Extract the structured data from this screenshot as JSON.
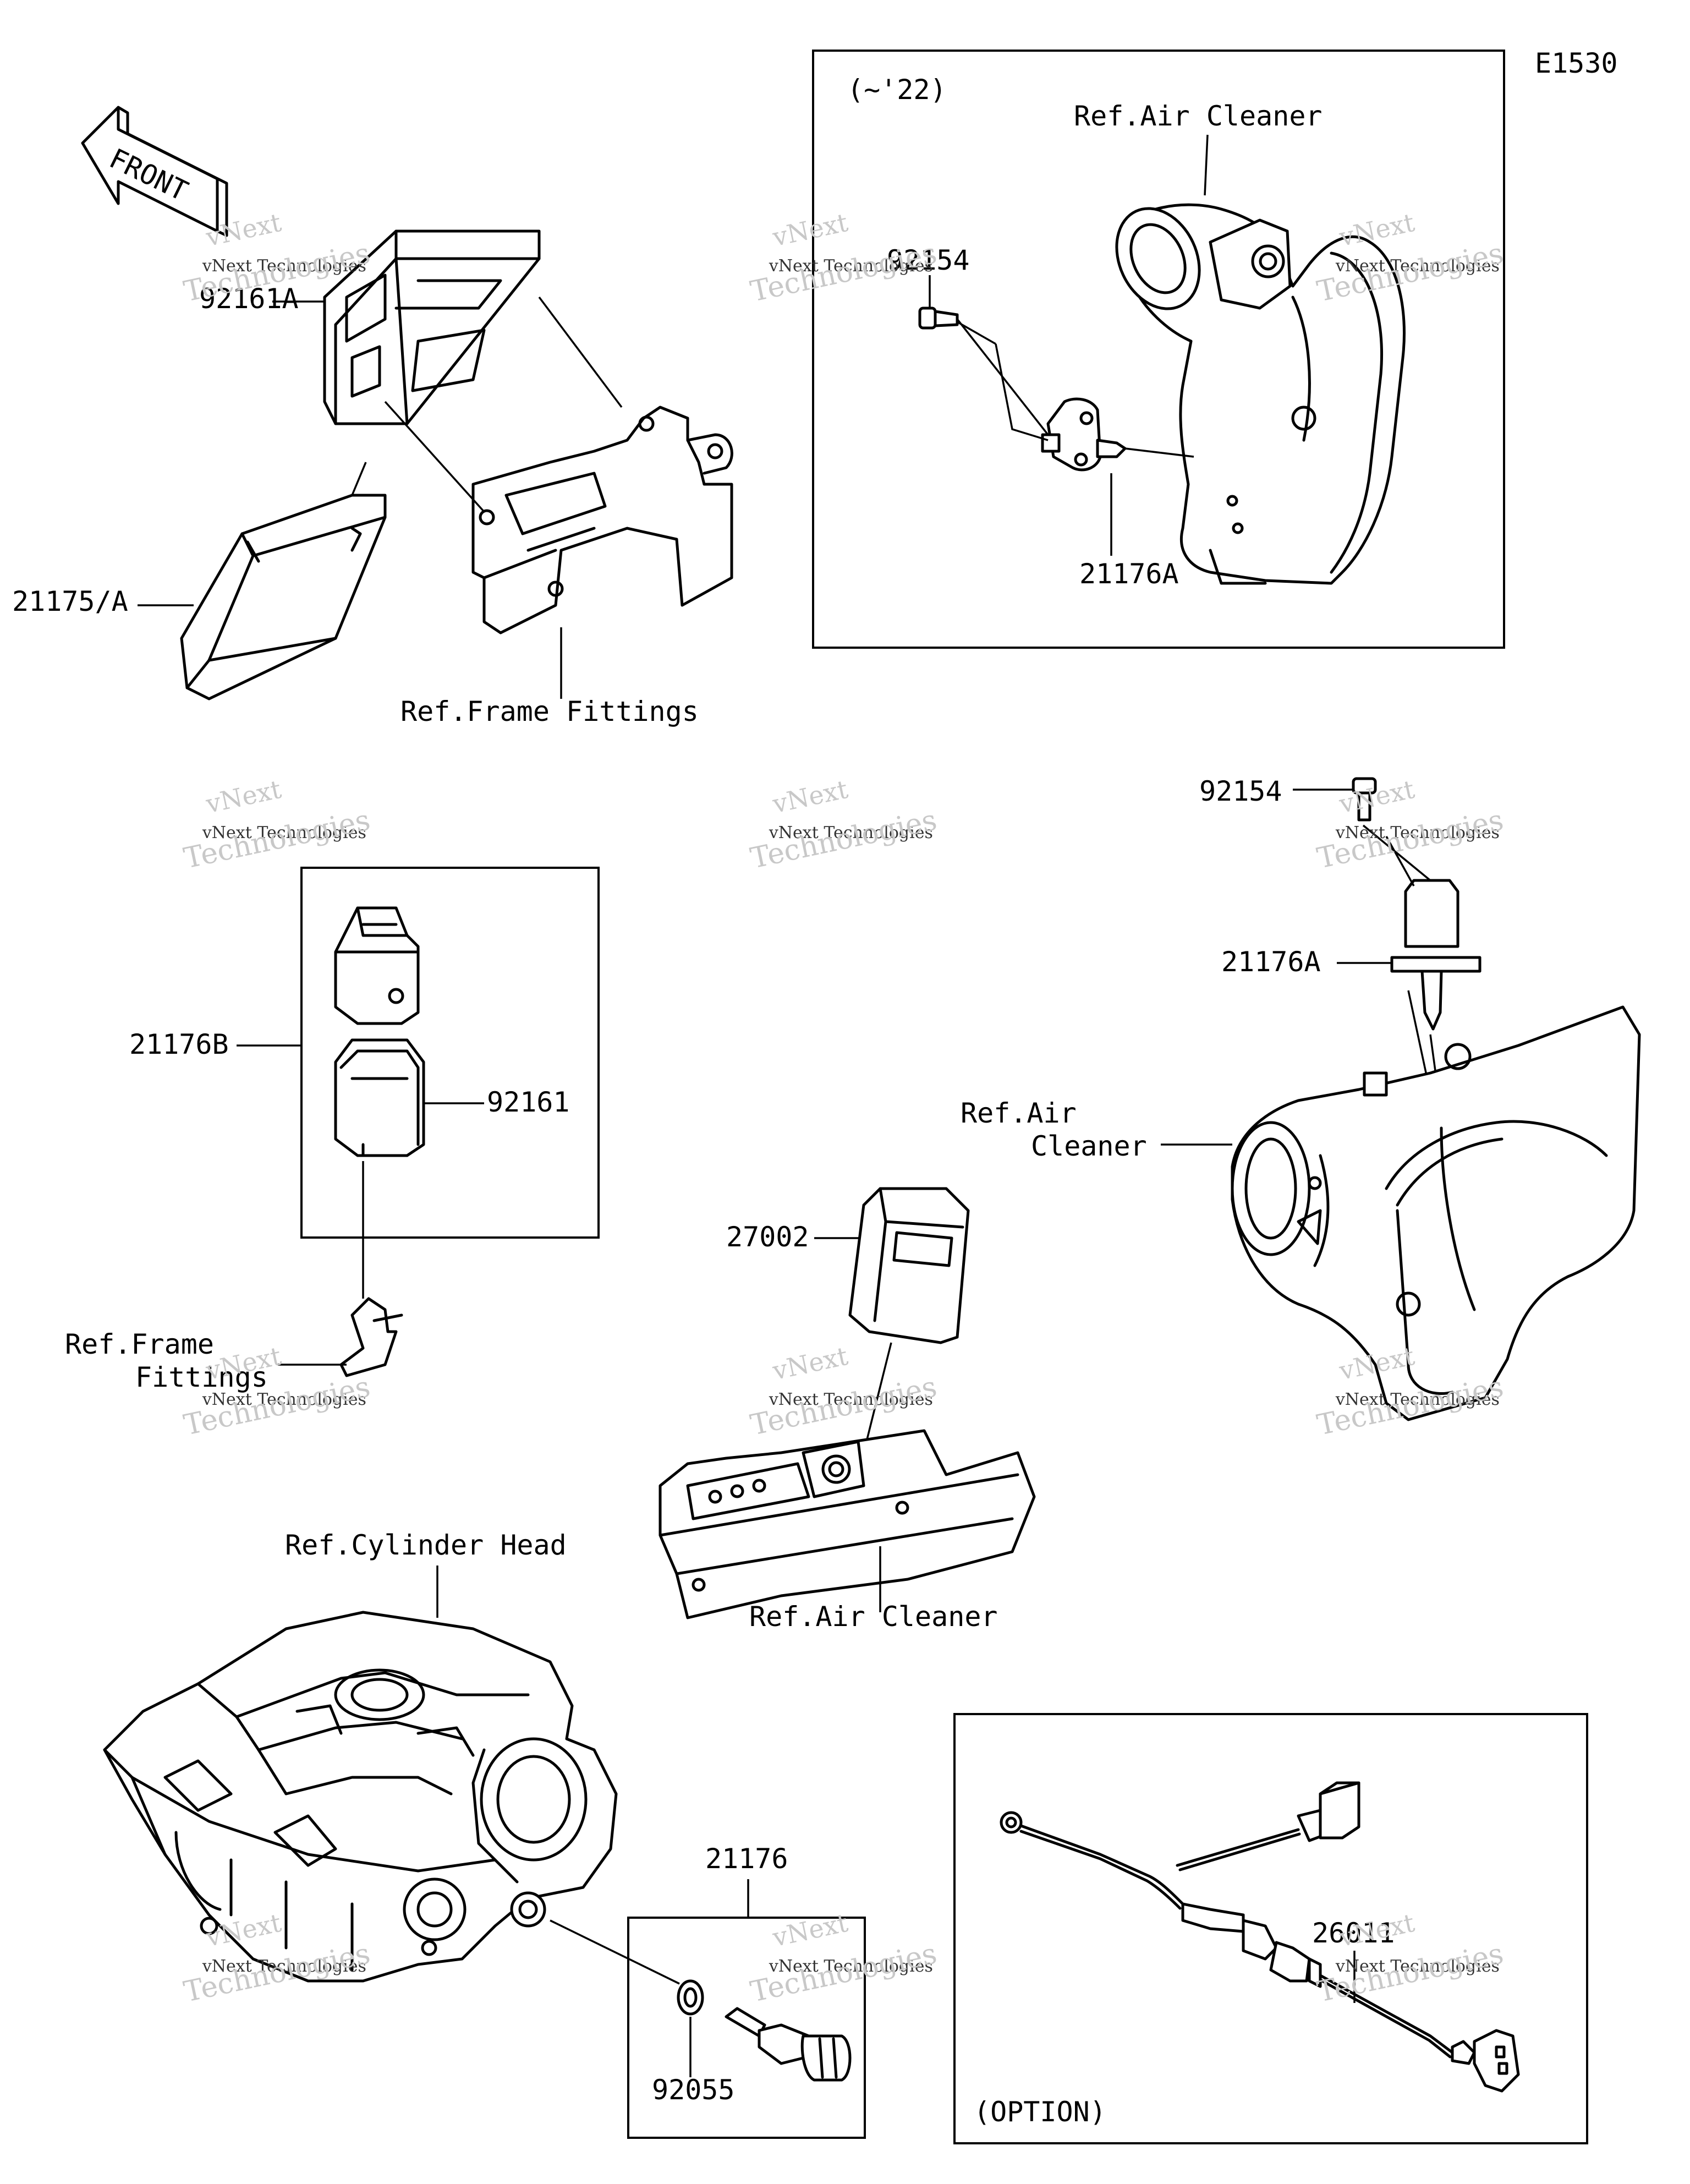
{
  "diagram_code": "E1530",
  "front_label": "FRONT",
  "watermark": {
    "line1": "vNext",
    "line2": "vNext Technologies",
    "line3": "Technologies"
  },
  "inset_air_cleaner": {
    "year_note": "(~'22)",
    "ref_label": "Ref.Air Cleaner",
    "part_bolt": "92154",
    "part_sensor": "21176A"
  },
  "ecu_group": {
    "part_cover": "92161A",
    "part_ecu": "21175/A",
    "ref_frame": "Ref.Frame Fittings"
  },
  "switch_group": {
    "part_switch": "21176B",
    "part_cover": "92161",
    "ref_frame_line1": "Ref.Frame",
    "ref_frame_line2": "Fittings"
  },
  "right_air_cleaner": {
    "part_bolt": "92154",
    "part_sensor": "21176A",
    "ref_line1": "Ref.Air",
    "ref_line2": "Cleaner"
  },
  "relay_group": {
    "part_relay": "27002",
    "ref_label": "Ref.Air Cleaner"
  },
  "cylinder_group": {
    "ref_label": "Ref.Cylinder Head",
    "part_sensor": "21176",
    "part_gasket": "92055"
  },
  "option_group": {
    "option_label": "(OPTION)",
    "part_harness": "26011"
  }
}
